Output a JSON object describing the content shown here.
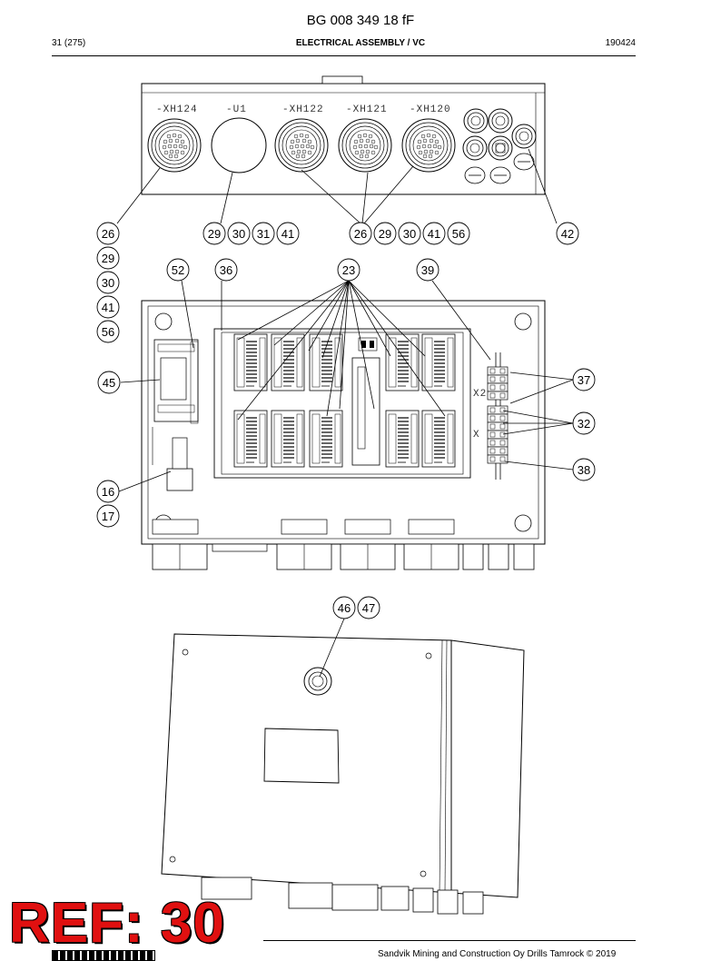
{
  "header": {
    "document_id": "BG 008 349 18 fF",
    "page": "31 (275)",
    "section_title": "ELECTRICAL ASSEMBLY / VC",
    "date_code": "190424"
  },
  "footer": {
    "copyright": "Sandvik Mining and Construction Oy Drills Tamrock © 2019"
  },
  "stamp": {
    "text": "REF: 30",
    "color": "#e01010"
  },
  "connector_labels": {
    "xh124": "-XH124",
    "u1": "-U1",
    "xh122": "-XH122",
    "xh121": "-XH121",
    "xh120": "-XH120",
    "x2": "X2",
    "x": "X"
  },
  "callouts": {
    "c26a": "26",
    "c29a": "29",
    "c30a": "30",
    "c41a": "41",
    "c56a": "56",
    "c29b": "29",
    "c30b": "30",
    "c31b": "31",
    "c41b": "41",
    "c26c": "26",
    "c29c": "29",
    "c30c": "30",
    "c41c": "41",
    "c56c": "56",
    "c42": "42",
    "c52": "52",
    "c36": "36",
    "c23": "23",
    "c39": "39",
    "c45": "45",
    "c37": "37",
    "c32": "32",
    "c38": "38",
    "c16": "16",
    "c17": "17",
    "c46": "46",
    "c47": "47"
  }
}
